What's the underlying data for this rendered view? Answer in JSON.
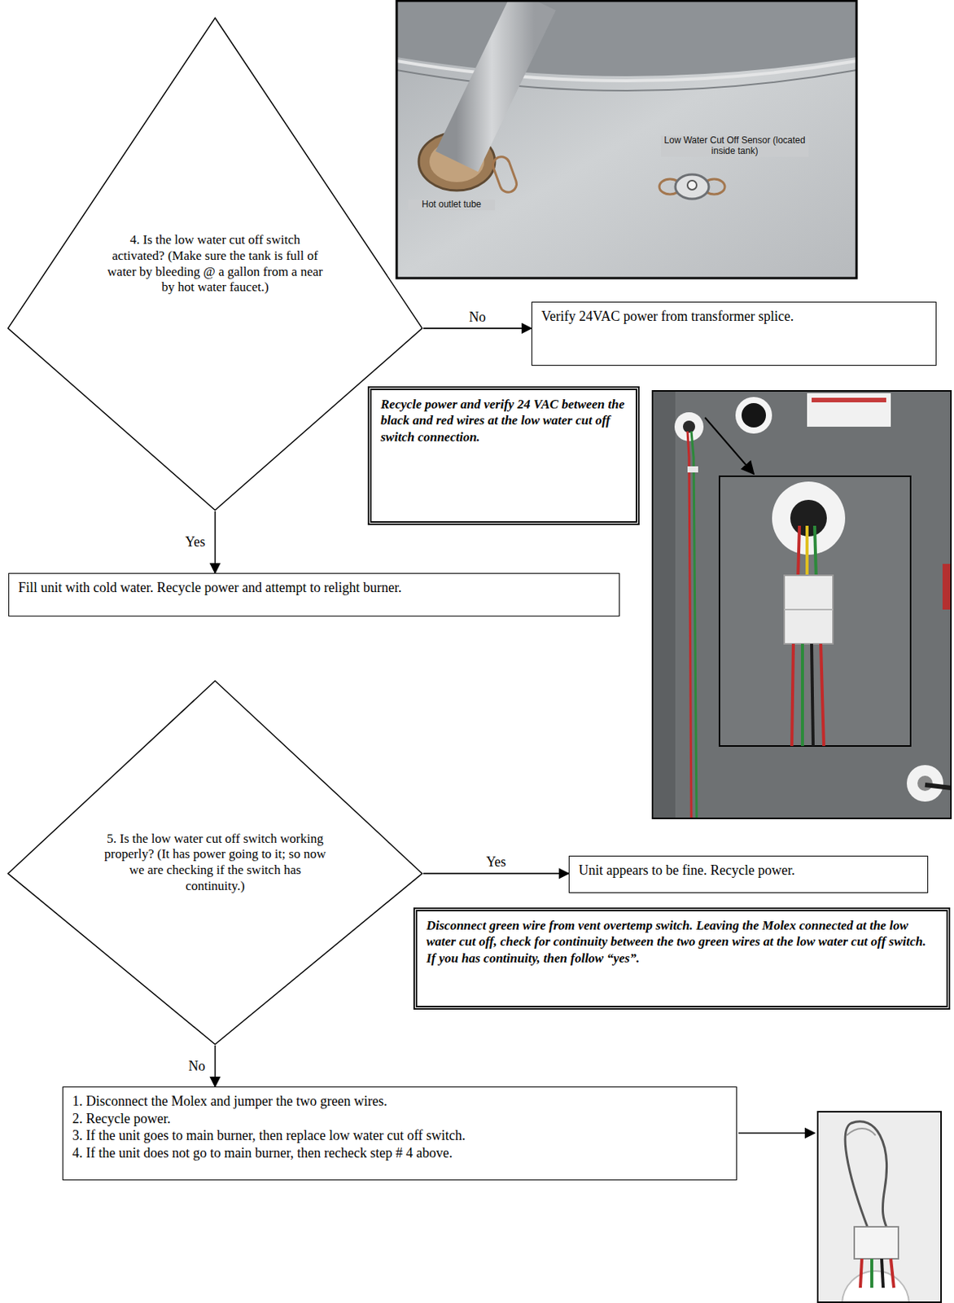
{
  "diagram": {
    "nodes": [
      {
        "text": [
          "4. Is the low water cut off switch activated? (Make sure the tank is full of water by bleeding @ a gallon from a near by hot water faucet.)"
        ]
      },
      {
        "text": [
          "Verify 24VAC power from transformer splice."
        ]
      },
      {
        "text": [
          "Recycle power and verify 24 VAC between the black and red wires at the low water cut off switch connection."
        ]
      },
      {
        "text": [
          "Fill unit with cold water. Recycle power and attempt to relight burner."
        ]
      },
      {
        "text": [
          "5. Is the low water cut off switch working properly? (It has power going to it; so now we are checking if the switch has continuity.)"
        ]
      },
      {
        "text": [
          "Unit appears to be fine. Recycle power."
        ]
      },
      {
        "text": [
          "Disconnect green wire from vent overtemp switch. Leaving the Molex connected at the low water cut off, check for continuity between the two green wires at the low water cut off switch. If you has continuity, then follow “yes”."
        ]
      },
      {
        "text": [
          "1. Disconnect the Molex and jumper the two green wires.",
          "2. Recycle power.",
          "3. If the unit goes to main burner, then replace low water cut off switch.",
          "4. If the unit does not go to main burner, then recheck step # 4 above."
        ]
      }
    ],
    "edges": [
      {
        "from": 0,
        "to": 1,
        "arrow": "to",
        "label": "No"
      },
      {
        "from": 0,
        "to": 3,
        "arrow": "to",
        "label": "Yes"
      },
      {
        "from": 4,
        "to": 5,
        "arrow": "to",
        "label": "Yes"
      },
      {
        "from": 4,
        "to": 7,
        "arrow": "to",
        "label": "No"
      }
    ],
    "labels": [
      "Hot outlet tube",
      "Low Water Cut Off Sensor (located inside tank)"
    ]
  }
}
